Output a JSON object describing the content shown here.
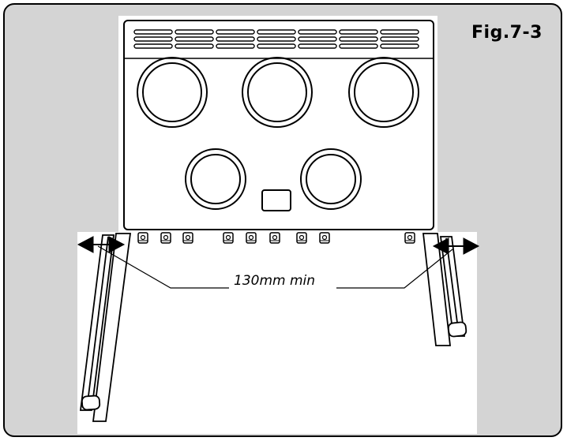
{
  "figure": {
    "label": "Fig.7-3"
  },
  "dimension": {
    "label": "130mm min"
  },
  "colors": {
    "background": "#d4d4d4",
    "floor": "#ffffff",
    "line": "#000000"
  },
  "cooktop": {
    "vent_rows": 3,
    "vent_columns": 7,
    "large_burners": 3,
    "small_burners": 2
  },
  "knobs": {
    "count": 9
  }
}
